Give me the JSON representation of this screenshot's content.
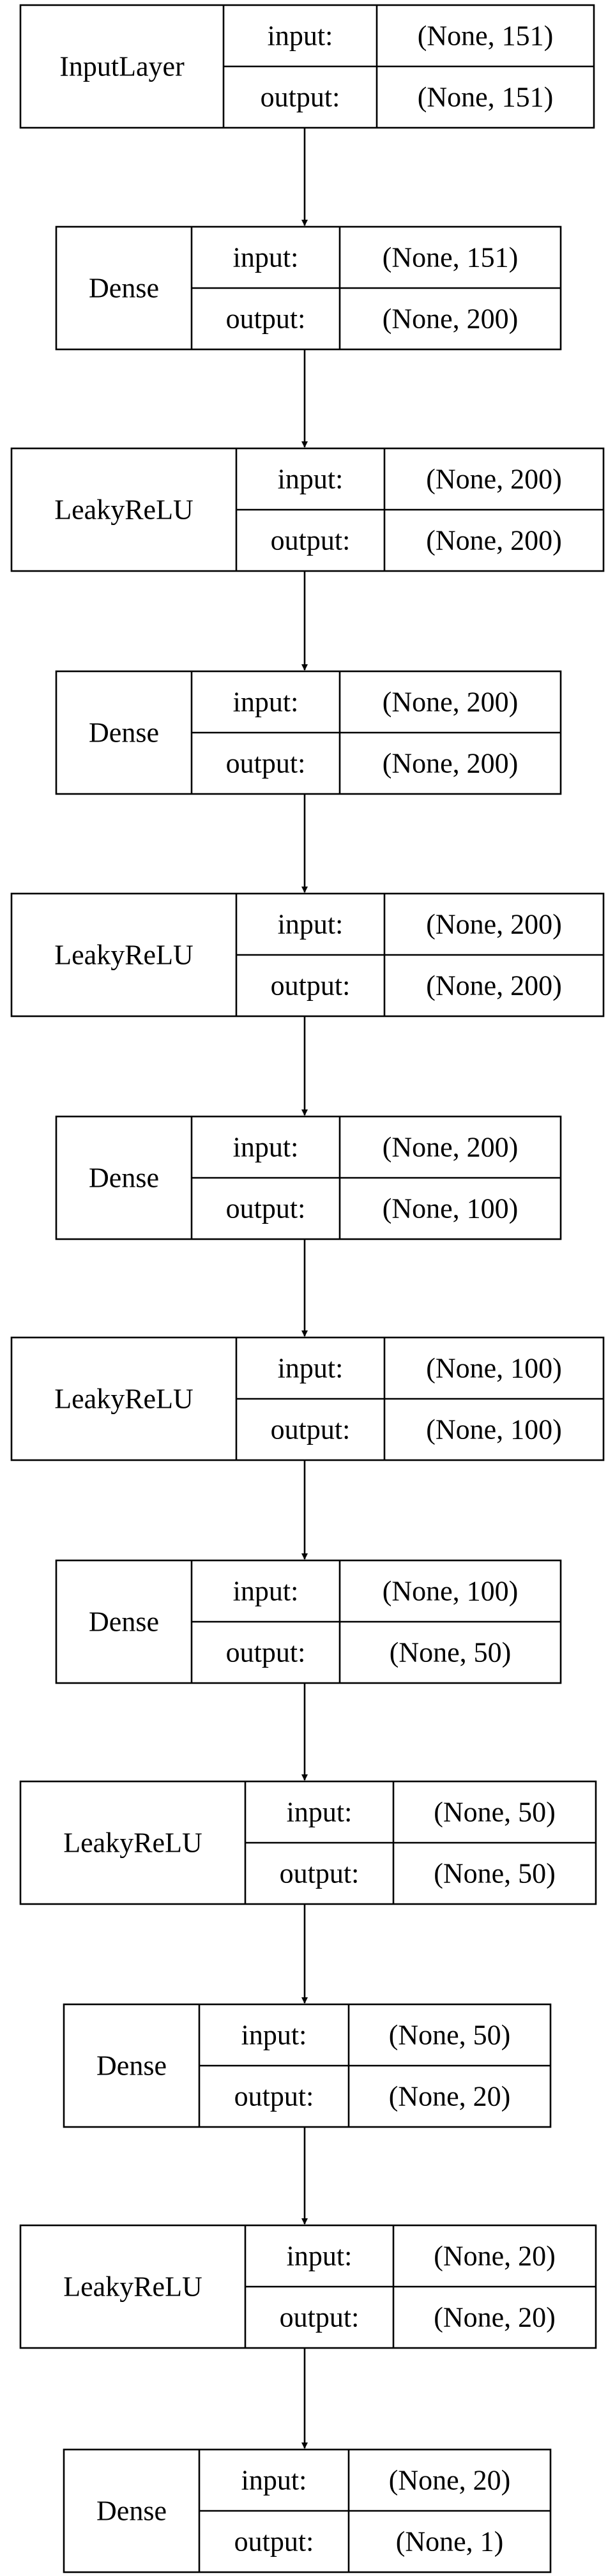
{
  "diagram": {
    "colors": {
      "stroke": "#000000",
      "text": "#000000",
      "background": "#ffffff"
    },
    "port_labels": {
      "input": "input:",
      "output": "output:"
    },
    "layers": [
      {
        "name": "InputLayer",
        "input": "(None, 151)",
        "output": "(None, 151)"
      },
      {
        "name": "Dense",
        "input": "(None, 151)",
        "output": "(None, 200)"
      },
      {
        "name": "LeakyReLU",
        "input": "(None, 200)",
        "output": "(None, 200)"
      },
      {
        "name": "Dense",
        "input": "(None, 200)",
        "output": "(None, 200)"
      },
      {
        "name": "LeakyReLU",
        "input": "(None, 200)",
        "output": "(None, 200)"
      },
      {
        "name": "Dense",
        "input": "(None, 200)",
        "output": "(None, 100)"
      },
      {
        "name": "LeakyReLU",
        "input": "(None, 100)",
        "output": "(None, 100)"
      },
      {
        "name": "Dense",
        "input": "(None, 100)",
        "output": "(None, 50)"
      },
      {
        "name": "LeakyReLU",
        "input": "(None, 50)",
        "output": "(None, 50)"
      },
      {
        "name": "Dense",
        "input": "(None, 50)",
        "output": "(None, 20)"
      },
      {
        "name": "LeakyReLU",
        "input": "(None, 20)",
        "output": "(None, 20)"
      },
      {
        "name": "Dense",
        "input": "(None, 20)",
        "output": "(None, 1)"
      }
    ]
  }
}
